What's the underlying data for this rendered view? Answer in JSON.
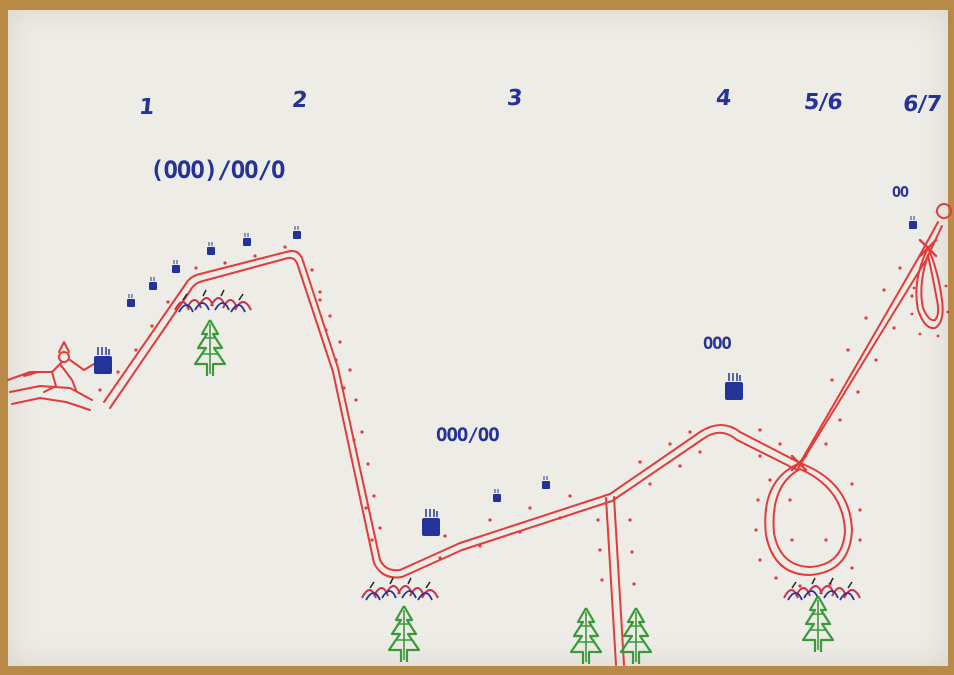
{
  "labels": [
    "1",
    "2",
    "3",
    "4",
    "5/6",
    "6/7"
  ],
  "clock_groups": [
    "(OOO)/OO/O",
    "OOO/OO",
    "OOO",
    "OO"
  ],
  "colors": {
    "paper": "#eeece6",
    "track": "#e23b3b",
    "ink_blue": "#23339a",
    "tree_green": "#3a9a3a",
    "tabletop": "#b98a45"
  },
  "icons": [
    "skier-icon",
    "hut-icon",
    "tree-icon",
    "crowd-icon",
    "clock-icon"
  ]
}
